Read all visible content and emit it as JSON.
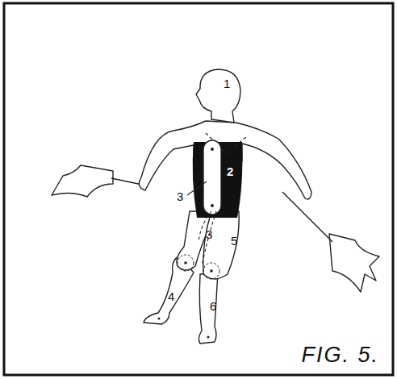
{
  "diagram": {
    "caption": "FIG. 5.",
    "labels": [
      "1",
      "2",
      "3",
      "3",
      "5",
      "4",
      "6"
    ]
  }
}
